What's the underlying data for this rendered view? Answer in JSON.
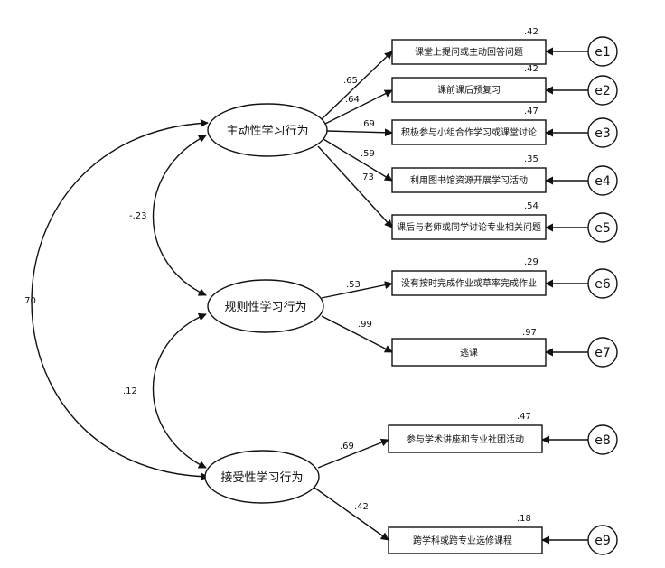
{
  "latents": [
    {
      "id": "L1",
      "label": "主动性学习行为"
    },
    {
      "id": "L2",
      "label": "规则性学习行为"
    },
    {
      "id": "L3",
      "label": "接受性学习行为"
    }
  ],
  "indicators": [
    {
      "id": "I1",
      "label": "课堂上提问或主动回答问题",
      "r2": ".42"
    },
    {
      "id": "I2",
      "label": "课前课后预复习",
      "r2": ".42"
    },
    {
      "id": "I3",
      "label": "积极参与小组合作学习或课堂讨论",
      "r2": ".47"
    },
    {
      "id": "I4",
      "label": "利用图书馆资源开展学习活动",
      "r2": ".35"
    },
    {
      "id": "I5",
      "label": "课后与老师或同学讨论专业相关问题",
      "r2": ".54"
    },
    {
      "id": "I6",
      "label": "没有按时完成作业或草率完成作业",
      "r2": ".29"
    },
    {
      "id": "I7",
      "label": "逃课",
      "r2": ".97"
    },
    {
      "id": "I8",
      "label": "参与学术讲座和专业社团活动",
      "r2": ".47"
    },
    {
      "id": "I9",
      "label": "跨学科或跨专业选修课程",
      "r2": ".18"
    }
  ],
  "errors": [
    {
      "id": "E1",
      "label": "e1"
    },
    {
      "id": "E2",
      "label": "e2"
    },
    {
      "id": "E3",
      "label": "e3"
    },
    {
      "id": "E4",
      "label": "e4"
    },
    {
      "id": "E5",
      "label": "e5"
    },
    {
      "id": "E6",
      "label": "e6"
    },
    {
      "id": "E7",
      "label": "e7"
    },
    {
      "id": "E8",
      "label": "e8"
    },
    {
      "id": "E9",
      "label": "e9"
    }
  ],
  "loadings": [
    {
      "from": "L1",
      "to": "I1",
      "value": ".65"
    },
    {
      "from": "L1",
      "to": "I2",
      "value": ".64"
    },
    {
      "from": "L1",
      "to": "I3",
      "value": ".69"
    },
    {
      "from": "L1",
      "to": "I4",
      "value": ".59"
    },
    {
      "from": "L1",
      "to": "I5",
      "value": ".73"
    },
    {
      "from": "L2",
      "to": "I6",
      "value": ".53"
    },
    {
      "from": "L2",
      "to": "I7",
      "value": ".99"
    },
    {
      "from": "L3",
      "to": "I8",
      "value": ".69"
    },
    {
      "from": "L3",
      "to": "I9",
      "value": ".42"
    }
  ],
  "covariances": [
    {
      "from": "L1",
      "to": "L2",
      "value": "-.23"
    },
    {
      "from": "L2",
      "to": "L3",
      "value": ".12"
    },
    {
      "from": "L1",
      "to": "L3",
      "value": ".70"
    }
  ]
}
